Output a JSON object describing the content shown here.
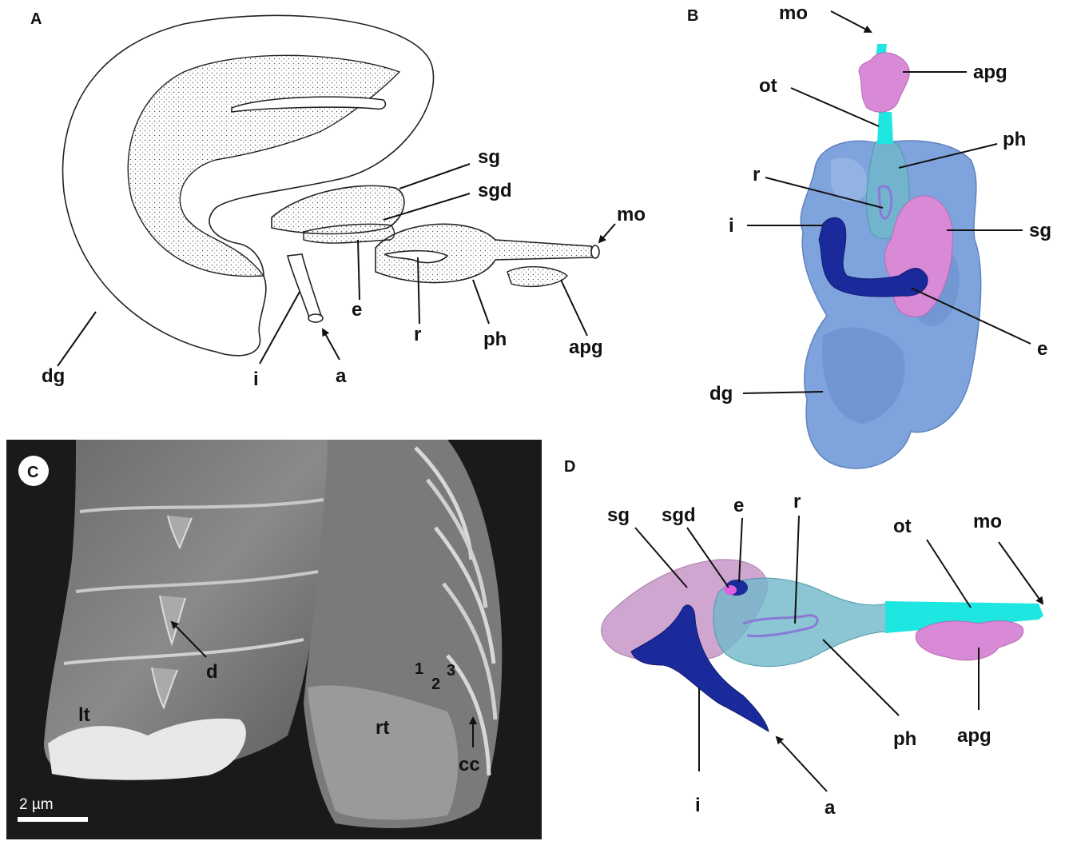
{
  "panel_a": {
    "letter": "A",
    "labels": {
      "sg": "sg",
      "sgd": "sgd",
      "mo": "mo",
      "e": "e",
      "r": "r",
      "ph": "ph",
      "apg": "apg",
      "dg": "dg",
      "i": "i",
      "a": "a"
    }
  },
  "panel_b": {
    "letter": "B",
    "labels": {
      "mo": "mo",
      "apg": "apg",
      "ot": "ot",
      "ph": "ph",
      "r": "r",
      "sg": "sg",
      "i": "i",
      "e": "e",
      "dg": "dg"
    },
    "colors": {
      "digestive_gland": "#7fa3dc",
      "salivary_gland": "#d98ad6",
      "pharynx": "#6fb8c9",
      "oral_tube": "#1ee6e0",
      "intestine": "#1a2a9a"
    }
  },
  "panel_c": {
    "letter": "C",
    "labels": {
      "d": "d",
      "lt": "lt",
      "rt": "rt",
      "cc": "cc",
      "n1": "1",
      "n2": "2",
      "n3": "3"
    },
    "scale_bar": "2 µm"
  },
  "panel_d": {
    "letter": "D",
    "labels": {
      "sg": "sg",
      "sgd": "sgd",
      "e": "e",
      "r": "r",
      "ot": "ot",
      "mo": "mo",
      "ph": "ph",
      "apg": "apg",
      "i": "i",
      "a": "a"
    }
  }
}
